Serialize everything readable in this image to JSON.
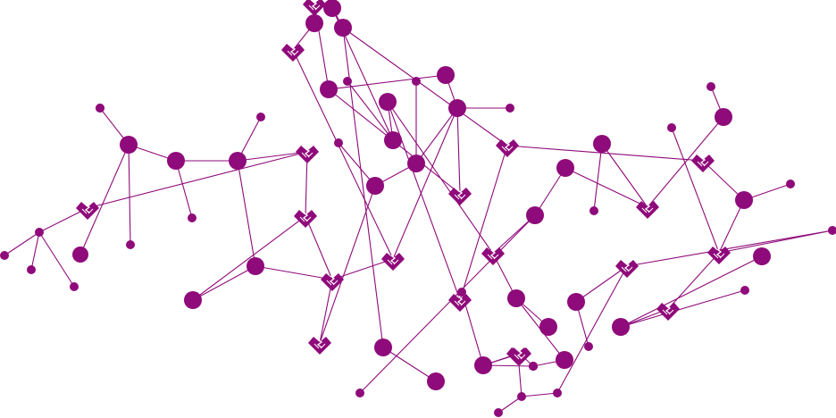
{
  "colors": {
    "primary": "#8f0a7a",
    "accent": "#ffffff"
  },
  "icons": {
    "node": "dot",
    "hub": "heart-network-icon"
  },
  "nodes": [
    {
      "id": "n1",
      "type": "dot",
      "size": "s"
    },
    {
      "id": "n2",
      "type": "dot",
      "size": "s"
    },
    {
      "id": "n3",
      "type": "dot",
      "size": "s"
    },
    {
      "id": "n4",
      "type": "dot",
      "size": "s"
    },
    {
      "id": "n5",
      "type": "hub"
    },
    {
      "id": "n6",
      "type": "dot",
      "size": "l"
    },
    {
      "id": "n7",
      "type": "dot",
      "size": "s"
    },
    {
      "id": "n8",
      "type": "dot",
      "size": "s"
    },
    {
      "id": "n9",
      "type": "dot",
      "size": "m"
    },
    {
      "id": "n10",
      "type": "dot",
      "size": "s"
    },
    {
      "id": "n11",
      "type": "dot",
      "size": "l"
    },
    {
      "id": "n12",
      "type": "dot",
      "size": "s"
    },
    {
      "id": "n13",
      "type": "dot",
      "size": "l"
    },
    {
      "id": "n14",
      "type": "hub"
    },
    {
      "id": "n15",
      "type": "dot",
      "size": "s"
    },
    {
      "id": "n16",
      "type": "dot",
      "size": "l"
    },
    {
      "id": "n17",
      "type": "dot",
      "size": "l"
    },
    {
      "id": "n18",
      "type": "hub"
    },
    {
      "id": "n19",
      "type": "hub"
    },
    {
      "id": "n20",
      "type": "hub"
    },
    {
      "id": "n21",
      "type": "dot",
      "size": "l"
    },
    {
      "id": "n22",
      "type": "dot",
      "size": "s"
    },
    {
      "id": "n23",
      "type": "dot",
      "size": "l"
    },
    {
      "id": "n24",
      "type": "dot",
      "size": "l"
    },
    {
      "id": "n25",
      "type": "dot",
      "size": "s"
    },
    {
      "id": "n26",
      "type": "dot",
      "size": "s"
    },
    {
      "id": "n27",
      "type": "hub"
    },
    {
      "id": "n28",
      "type": "hub"
    },
    {
      "id": "n29",
      "type": "dot",
      "size": "l"
    },
    {
      "id": "n30",
      "type": "dot",
      "size": "l"
    },
    {
      "id": "n31",
      "type": "hub"
    },
    {
      "id": "n32",
      "type": "dot",
      "size": "l"
    },
    {
      "id": "n33",
      "type": "hub"
    },
    {
      "id": "n34",
      "type": "dot",
      "size": "l"
    },
    {
      "id": "n35",
      "type": "dot",
      "size": "l"
    },
    {
      "id": "n36",
      "type": "hub"
    },
    {
      "id": "n37",
      "type": "dot",
      "size": "l"
    },
    {
      "id": "n38",
      "type": "dot",
      "size": "s"
    },
    {
      "id": "n39",
      "type": "dot",
      "size": "l"
    },
    {
      "id": "n40",
      "type": "hub"
    },
    {
      "id": "n41",
      "type": "hub"
    },
    {
      "id": "n42",
      "type": "dot",
      "size": "l"
    },
    {
      "id": "n43",
      "type": "dot",
      "size": "l"
    },
    {
      "id": "n44",
      "type": "dot",
      "size": "l"
    },
    {
      "id": "n45",
      "type": "dot",
      "size": "l"
    },
    {
      "id": "n46",
      "type": "dot",
      "size": "l"
    },
    {
      "id": "n47",
      "type": "dot",
      "size": "s"
    },
    {
      "id": "n48",
      "type": "dot",
      "size": "l"
    },
    {
      "id": "n49",
      "type": "dot",
      "size": "s"
    },
    {
      "id": "n50",
      "type": "dot",
      "size": "l"
    },
    {
      "id": "n51",
      "type": "hub"
    },
    {
      "id": "n52",
      "type": "dot",
      "size": "l"
    },
    {
      "id": "n53",
      "type": "dot",
      "size": "s"
    },
    {
      "id": "n54",
      "type": "dot",
      "size": "l"
    },
    {
      "id": "n55",
      "type": "dot",
      "size": "s"
    },
    {
      "id": "n56",
      "type": "hub"
    },
    {
      "id": "n57",
      "type": "dot",
      "size": "l"
    },
    {
      "id": "n58",
      "type": "dot",
      "size": "s"
    },
    {
      "id": "n59",
      "type": "hub"
    },
    {
      "id": "n60",
      "type": "dot",
      "size": "s"
    },
    {
      "id": "n61",
      "type": "dot",
      "size": "s"
    },
    {
      "id": "n62",
      "type": "hub"
    },
    {
      "id": "n63",
      "type": "dot",
      "size": "l"
    },
    {
      "id": "n64",
      "type": "dot",
      "size": "s"
    },
    {
      "id": "n65",
      "type": "hub"
    },
    {
      "id": "n66",
      "type": "dot",
      "size": "l"
    },
    {
      "id": "n67",
      "type": "dot",
      "size": "s"
    },
    {
      "id": "n68",
      "type": "dot",
      "size": "l"
    },
    {
      "id": "n69",
      "type": "dot",
      "size": "s"
    },
    {
      "id": "n70",
      "type": "dot",
      "size": "s"
    },
    {
      "id": "n71",
      "type": "dot",
      "size": "s"
    },
    {
      "id": "n72",
      "type": "hub"
    },
    {
      "id": "n73",
      "type": "dot",
      "size": "l"
    },
    {
      "id": "n74",
      "type": "dot",
      "size": "s"
    },
    {
      "id": "n75",
      "type": "dot",
      "size": "s"
    },
    {
      "id": "n76",
      "type": "hub"
    },
    {
      "id": "n77",
      "type": "dot",
      "size": "s"
    }
  ],
  "edges": [
    [
      "n1",
      "n2"
    ],
    [
      "n2",
      "n3"
    ],
    [
      "n2",
      "n4"
    ],
    [
      "n2",
      "n5"
    ],
    [
      "n6",
      "n9"
    ],
    [
      "n6",
      "n10"
    ],
    [
      "n6",
      "n11"
    ],
    [
      "n11",
      "n12"
    ],
    [
      "n11",
      "n13"
    ],
    [
      "n13",
      "n14"
    ],
    [
      "n13",
      "n15"
    ],
    [
      "n13",
      "n16"
    ],
    [
      "n16",
      "n17"
    ],
    [
      "n17",
      "n18"
    ],
    [
      "n16",
      "n19"
    ],
    [
      "n19",
      "n20"
    ],
    [
      "n20",
      "n21"
    ],
    [
      "n21",
      "n23"
    ],
    [
      "n23",
      "n24"
    ],
    [
      "n24",
      "n27"
    ],
    [
      "n24",
      "n29"
    ],
    [
      "n29",
      "n30"
    ],
    [
      "n30",
      "n33"
    ],
    [
      "n33",
      "n34"
    ],
    [
      "n34",
      "n37"
    ],
    [
      "n37",
      "n38"
    ],
    [
      "n37",
      "n39"
    ],
    [
      "n39",
      "n40"
    ],
    [
      "n39",
      "n41"
    ],
    [
      "n41",
      "n44"
    ],
    [
      "n44",
      "n45"
    ],
    [
      "n44",
      "n46"
    ],
    [
      "n46",
      "n47"
    ],
    [
      "n23",
      "n25"
    ],
    [
      "n21",
      "n22"
    ],
    [
      "n24",
      "n26"
    ],
    [
      "n24",
      "n28"
    ],
    [
      "n28",
      "n30"
    ],
    [
      "n34",
      "n35"
    ],
    [
      "n35",
      "n36"
    ],
    [
      "n35",
      "n43"
    ],
    [
      "n43",
      "n42"
    ],
    [
      "n41",
      "n48"
    ],
    [
      "n48",
      "n49"
    ],
    [
      "n48",
      "n50"
    ],
    [
      "n50",
      "n51"
    ],
    [
      "n51",
      "n52"
    ],
    [
      "n52",
      "n53"
    ],
    [
      "n51",
      "n54"
    ],
    [
      "n54",
      "n55"
    ],
    [
      "n36",
      "n56"
    ],
    [
      "n56",
      "n57"
    ],
    [
      "n57",
      "n58"
    ],
    [
      "n57",
      "n59"
    ],
    [
      "n59",
      "n60"
    ],
    [
      "n59",
      "n61"
    ],
    [
      "n61",
      "n62"
    ],
    [
      "n62",
      "n63"
    ],
    [
      "n63",
      "n64"
    ],
    [
      "n59",
      "n65"
    ],
    [
      "n65",
      "n66"
    ],
    [
      "n66",
      "n67"
    ],
    [
      "n66",
      "n68"
    ],
    [
      "n62",
      "n69"
    ],
    [
      "n69",
      "n70"
    ],
    [
      "n70",
      "n71"
    ],
    [
      "n70",
      "n72"
    ],
    [
      "n72",
      "n73"
    ],
    [
      "n73",
      "n74"
    ],
    [
      "n73",
      "n75"
    ],
    [
      "n73",
      "n76"
    ],
    [
      "n76",
      "n77"
    ],
    [
      "n5",
      "n14"
    ],
    [
      "n14",
      "n18"
    ],
    [
      "n18",
      "n19"
    ],
    [
      "n19",
      "n27"
    ],
    [
      "n27",
      "n31"
    ],
    [
      "n31",
      "n32"
    ],
    [
      "n32",
      "n33"
    ],
    [
      "n36",
      "n40"
    ],
    [
      "n8",
      "n7"
    ],
    [
      "n7",
      "n6"
    ]
  ]
}
